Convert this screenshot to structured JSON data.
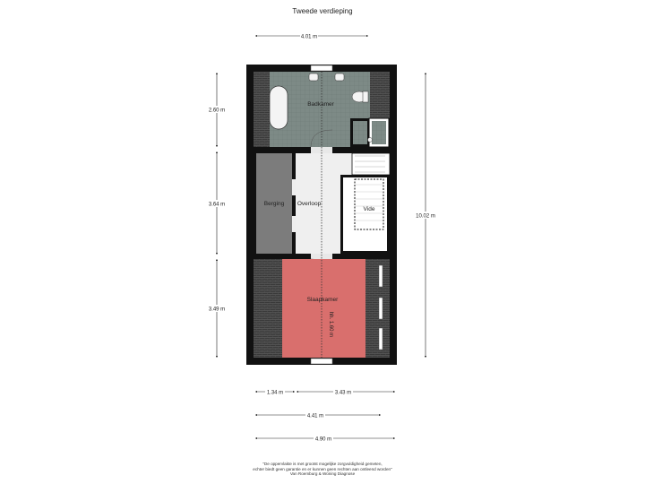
{
  "title": "Tweede verdieping",
  "dimensions": {
    "top_width": "4.01 m",
    "left_1": "2.60 m",
    "left_2": "3.64 m",
    "left_3": "3.49 m",
    "right_total": "10.02 m",
    "bottom_a": "1.34 m",
    "bottom_b": "3.43 m",
    "bottom_c": "4.41 m",
    "bottom_d": "4.90 m"
  },
  "rooms": {
    "bathroom": "Badkamer",
    "storage": "Berging",
    "landing": "Overloop",
    "void": "Vide",
    "bedroom": "Slaapkamer",
    "headroom_note": "hh. 1.60 m"
  },
  "colors": {
    "wall": "#111111",
    "bathroom": "#7d8a86",
    "storage": "#7c7c7c",
    "landing": "#efefef",
    "bedroom": "#d96f6d",
    "roof_slope": "#3a3a3a"
  },
  "disclaimer": [
    "\"De oppervlakte is met grootst mogelijke zorgvuldigheid gemeten,",
    "echter biedt geen garantie en er kunnen geen rechten aan ontleend worden\"",
    "Van Roemburg & Woning Diagnose"
  ]
}
